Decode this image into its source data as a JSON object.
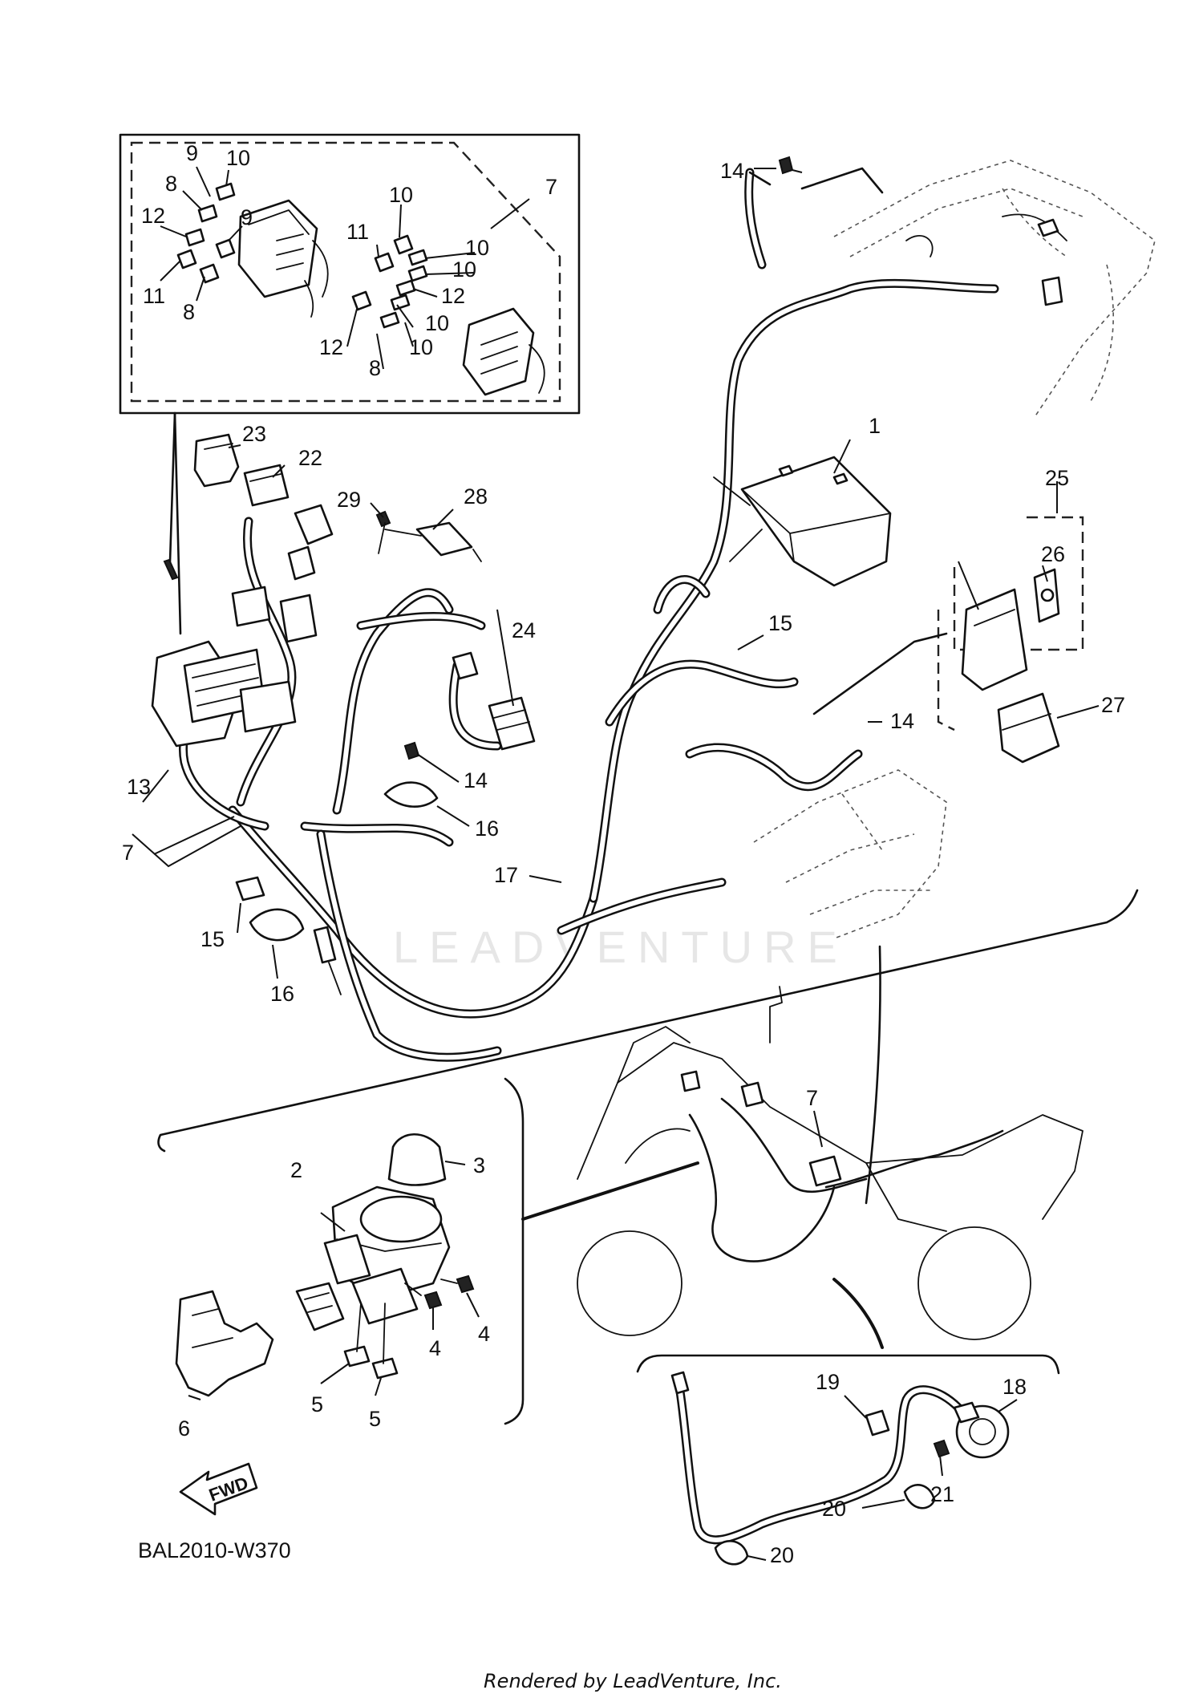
{
  "diagram_code": "BAL2010-W370",
  "credit": "Rendered by LeadVenture, Inc.",
  "watermark": "LEADVENTURE",
  "fwd_arrow_label": "FWD",
  "callouts": [
    {
      "id": "c1",
      "label": "1"
    },
    {
      "id": "c2",
      "label": "2"
    },
    {
      "id": "c3",
      "label": "3"
    },
    {
      "id": "c4a",
      "label": "4"
    },
    {
      "id": "c4b",
      "label": "4"
    },
    {
      "id": "c5a",
      "label": "5"
    },
    {
      "id": "c5b",
      "label": "5"
    },
    {
      "id": "c6",
      "label": "6"
    },
    {
      "id": "c7a",
      "label": "7"
    },
    {
      "id": "c7b",
      "label": "7"
    },
    {
      "id": "c7c",
      "label": "7"
    },
    {
      "id": "c8a",
      "label": "8"
    },
    {
      "id": "c8b",
      "label": "8"
    },
    {
      "id": "c8c",
      "label": "8"
    },
    {
      "id": "c9a",
      "label": "9"
    },
    {
      "id": "c9b",
      "label": "9"
    },
    {
      "id": "c10a",
      "label": "10"
    },
    {
      "id": "c10b",
      "label": "10"
    },
    {
      "id": "c10c",
      "label": "10"
    },
    {
      "id": "c10d",
      "label": "10"
    },
    {
      "id": "c10e",
      "label": "10"
    },
    {
      "id": "c10f",
      "label": "10"
    },
    {
      "id": "c11a",
      "label": "11"
    },
    {
      "id": "c11b",
      "label": "11"
    },
    {
      "id": "c12a",
      "label": "12"
    },
    {
      "id": "c12b",
      "label": "12"
    },
    {
      "id": "c12c",
      "label": "12"
    },
    {
      "id": "c13",
      "label": "13"
    },
    {
      "id": "c14a",
      "label": "14"
    },
    {
      "id": "c14b",
      "label": "14"
    },
    {
      "id": "c14c",
      "label": "14"
    },
    {
      "id": "c15a",
      "label": "15"
    },
    {
      "id": "c15b",
      "label": "15"
    },
    {
      "id": "c16a",
      "label": "16"
    },
    {
      "id": "c16b",
      "label": "16"
    },
    {
      "id": "c17",
      "label": "17"
    },
    {
      "id": "c18",
      "label": "18"
    },
    {
      "id": "c19",
      "label": "19"
    },
    {
      "id": "c20a",
      "label": "20"
    },
    {
      "id": "c20b",
      "label": "20"
    },
    {
      "id": "c21",
      "label": "21"
    },
    {
      "id": "c22",
      "label": "22"
    },
    {
      "id": "c23",
      "label": "23"
    },
    {
      "id": "c24",
      "label": "24"
    },
    {
      "id": "c25",
      "label": "25"
    },
    {
      "id": "c26",
      "label": "26"
    },
    {
      "id": "c27",
      "label": "27"
    },
    {
      "id": "c28",
      "label": "28"
    },
    {
      "id": "c29",
      "label": "29"
    }
  ]
}
